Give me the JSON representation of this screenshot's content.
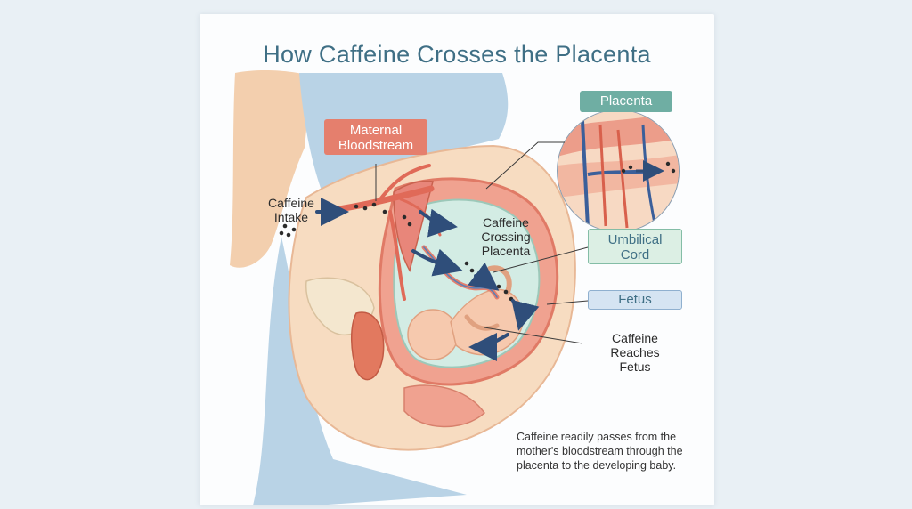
{
  "title": "How Caffeine Crosses the Placenta",
  "labels": {
    "maternal_line1": "Maternal",
    "maternal_line2": "Bloodstream",
    "intake_line1": "Caffeine",
    "intake_line2": "Intake",
    "crossing_line1": "Caffeine",
    "crossing_line2": "Crossing",
    "crossing_line3": "Placenta",
    "placenta": "Placenta",
    "cord_line1": "Umbilical",
    "cord_line2": "Cord",
    "fetus": "Fetus",
    "reaches_line1": "Caffeine",
    "reaches_line2": "Reaches",
    "reaches_line3": "Fetus"
  },
  "caption": {
    "line1": "Caffeine readily passes from the",
    "line2": "mother's bloodstream through the",
    "line3": "placenta to the developing baby."
  },
  "colors": {
    "title": "#3f6f85",
    "maternal_box": "#e57f6d",
    "placenta_box": "#6faea3",
    "cord_box": "#dcefe4",
    "fetus_box": "#d5e4f2",
    "arrow": "#2f4e7a",
    "vessel": "#e06a58",
    "skin": "#f6d9bd",
    "garment": "#b9d3e6",
    "amniotic": "#d3ece4"
  }
}
